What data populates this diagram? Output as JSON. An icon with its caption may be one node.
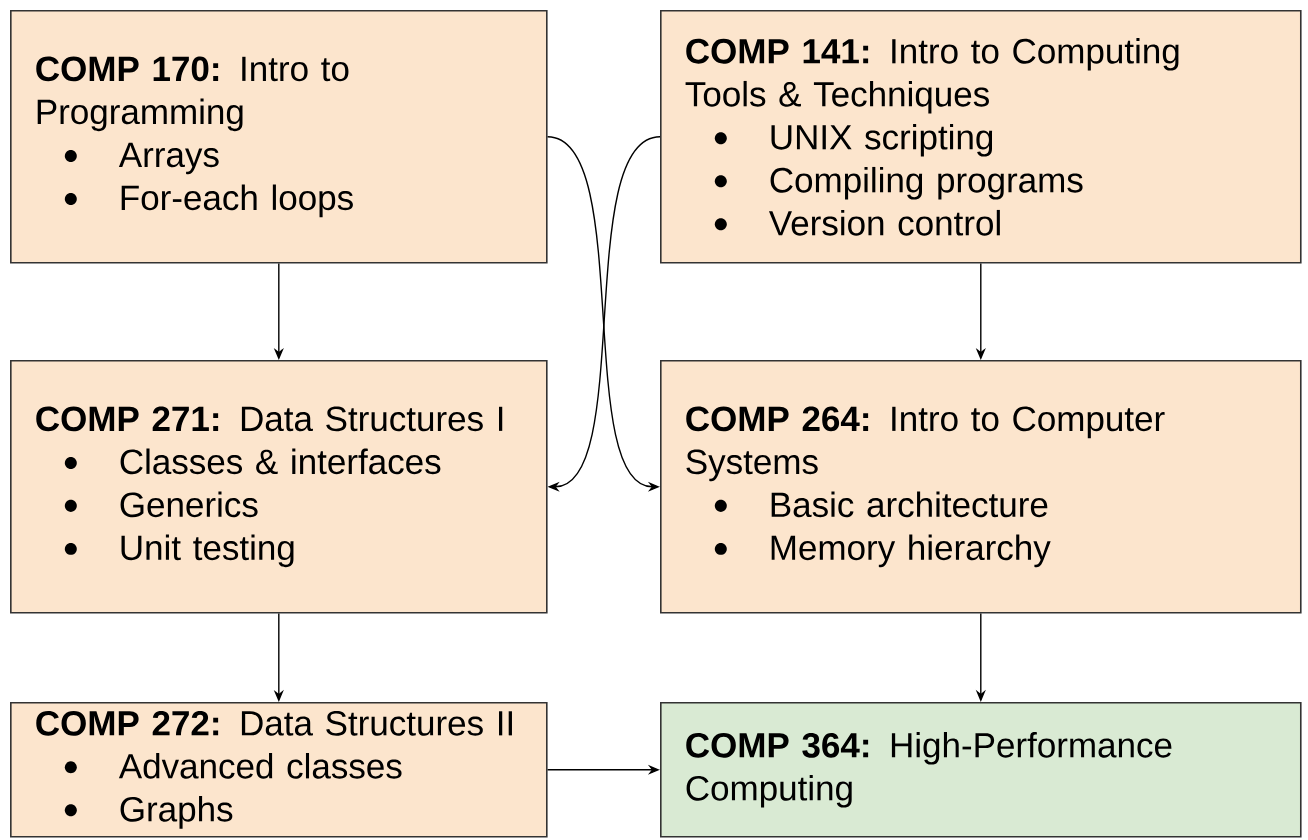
{
  "diagram": {
    "nodes": [
      {
        "text": [
          "**COMP 170:** Intro to Programming",
          "Arrays",
          "For-each loops"
        ]
      },
      {
        "text": [
          "**COMP 141:** Intro to Computing Tools & Techniques",
          "UNIX scripting",
          "Compiling programs",
          "Version control"
        ]
      },
      {
        "text": [
          "**COMP 271:** Data Structures I",
          "Classes & interfaces",
          "Generics",
          "Unit testing"
        ]
      },
      {
        "text": [
          "**COMP 264:** Intro to Computer Systems",
          "Basic architecture",
          "Memory hierarchy"
        ]
      },
      {
        "text": [
          "**COMP 272:** Data Structures II",
          "Advanced classes",
          "Graphs"
        ]
      },
      {
        "text": [
          "**COMP 364:** High-Performance Computing"
        ]
      }
    ],
    "edges": [
      {
        "from": 0,
        "to": 2,
        "arrow": "to"
      },
      {
        "from": 1,
        "to": 3,
        "arrow": "to"
      },
      {
        "from": 0,
        "to": 3,
        "arrow": "to"
      },
      {
        "from": 1,
        "to": 2,
        "arrow": "to"
      },
      {
        "from": 2,
        "to": 4,
        "arrow": "to"
      },
      {
        "from": 3,
        "to": 5,
        "arrow": "to"
      },
      {
        "from": 4,
        "to": 5,
        "arrow": "to"
      }
    ]
  }
}
